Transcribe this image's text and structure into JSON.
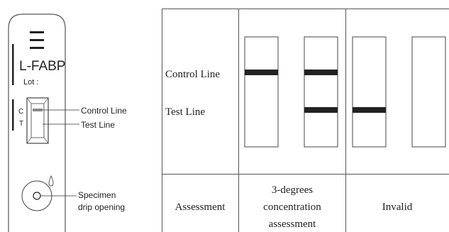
{
  "device": {
    "logo_mark": "☰",
    "product_name": "L-FABP",
    "lot_label": "Lot :",
    "mark_c": "C",
    "mark_t": "T",
    "callout_control": "Control Line",
    "callout_test": "Test Line",
    "callout_specimen_line1": "Specimen",
    "callout_specimen_line2": "drip opening",
    "icons": [
      "drop-icon",
      "specimen-well-icon"
    ]
  },
  "table": {
    "row_labels": {
      "control": "Control Line",
      "test": "Test Line",
      "assessment": "Assessment"
    },
    "groups": [
      {
        "assessment_lines": [
          "3-degrees",
          "concentration",
          "assessment"
        ],
        "strips": [
          {
            "control_band": true,
            "test_band": false
          },
          {
            "control_band": true,
            "test_band": true
          }
        ]
      },
      {
        "assessment_lines": [
          "Invalid"
        ],
        "strips": [
          {
            "control_band": false,
            "test_band": true
          },
          {
            "control_band": false,
            "test_band": false
          }
        ]
      }
    ]
  },
  "colors": {
    "band": "#222222",
    "outline": "#444444",
    "panel_border": "#555555"
  }
}
